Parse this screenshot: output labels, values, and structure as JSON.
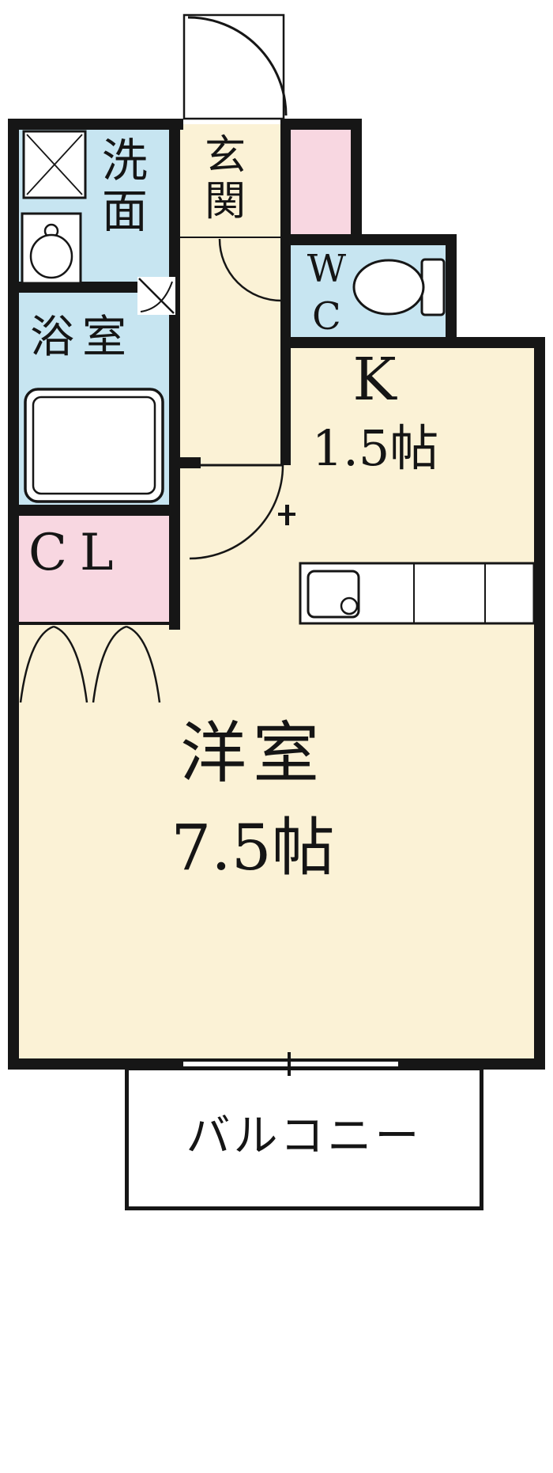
{
  "floorplan": {
    "rooms": {
      "washroom": {
        "label": "洗面"
      },
      "entrance": {
        "label": "玄関"
      },
      "wc": {
        "label": "WC"
      },
      "bathroom": {
        "label": "浴室"
      },
      "kitchen": {
        "label": "K",
        "size": "1.5帖"
      },
      "closet": {
        "label": "CL"
      },
      "main_room": {
        "label": "洋室",
        "size": "7.5帖"
      },
      "balcony": {
        "label": "バルコニー"
      }
    },
    "fixtures": {
      "washing_machine": "washing-machine-pan",
      "vanity": "vanity-sink",
      "bathtub": "bathtub",
      "toilet": "toilet",
      "kitchen_counter": "kitchen-sink-counter"
    },
    "colors": {
      "cream": "#FBF2D6",
      "blue": "#C7E5F1",
      "pink": "#F8D7E1",
      "wall": "#161616",
      "exterior": "#FFFFFF"
    }
  }
}
